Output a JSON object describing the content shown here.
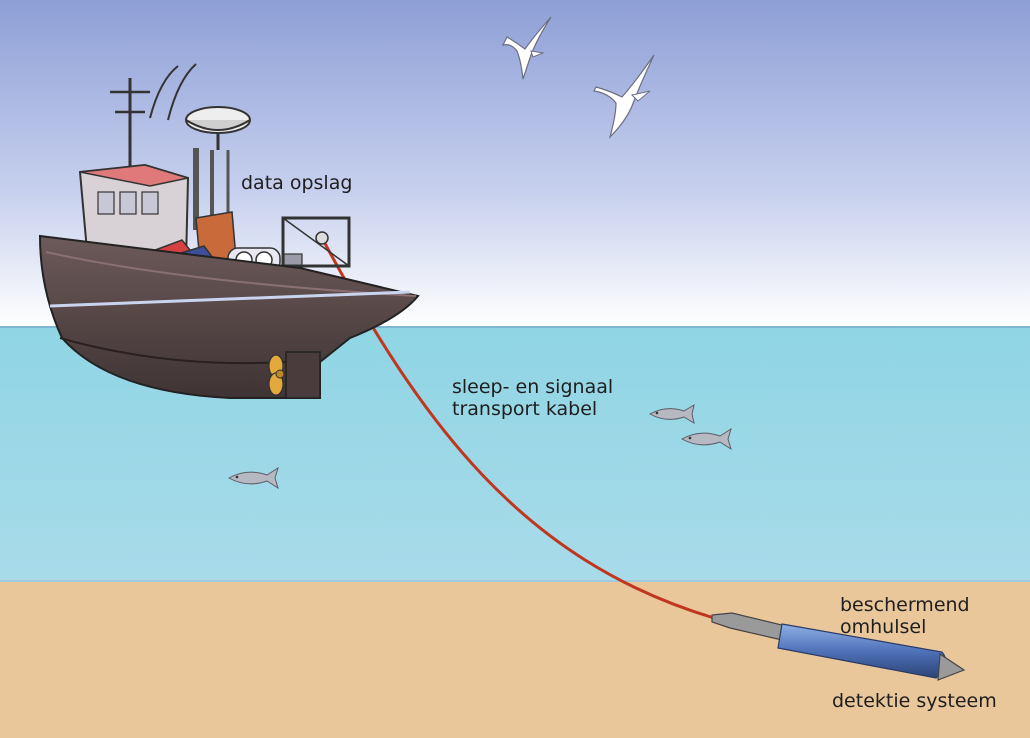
{
  "labels": {
    "data_storage": "data opslag",
    "cable_line1": "sleep- en signaal",
    "cable_line2": "transport kabel",
    "sheath_line1": "beschermend",
    "sheath_line2": "omhulsel",
    "detection": "detektie systeem"
  },
  "colors": {
    "sky_top": "#8e9fd6",
    "sky_bottom": "#ffffff",
    "sea_top": "#8fd5e4",
    "sea_bottom": "#a9dbea",
    "seabed": "#e9c79b",
    "hull": "#5b4a4a",
    "cable": "#c0361f",
    "sensor": "#4f72b8"
  }
}
